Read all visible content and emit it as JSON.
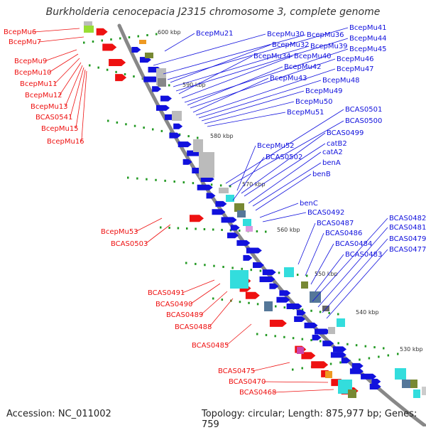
{
  "title": "Burkholderia cenocepacia J2315 chromosome 3, complete genome",
  "footer": {
    "accession": "Accession: NC_011002",
    "topology": "Topology: circular; Length: 875,977 bp; Genes: 759"
  },
  "colors": {
    "forward_strand": "#ee1111",
    "reverse_strand": "#1111dd",
    "backbone": "#888888",
    "tick_mark": "#229922",
    "cyan_feature": "#33dddd",
    "gray_feature": "#bbbbbb",
    "lime_feature": "#99dd33",
    "olive_feature": "#778833",
    "steel_feature": "#557799"
  },
  "ticks": [
    "600 kbp",
    "590 kbp",
    "580 kbp",
    "570 kbp",
    "560 kbp",
    "550 kbp",
    "540 kbp",
    "530 kbp"
  ],
  "labels_left": [
    "BcepMu6",
    "BcepMu7",
    "BcepMu9",
    "BcepMu10",
    "BcepMu11",
    "BcepMu12",
    "BcepMu13",
    "BCAS0541",
    "BcepMu15",
    "BcepMu16",
    "BcepMu53",
    "BCAS0503",
    "BCAS0491",
    "BCAS0490",
    "BCAS0489",
    "BCAS0488",
    "BCAS0485",
    "BCAS0475",
    "BCAS0470",
    "BCAS0468"
  ],
  "labels_right": [
    "BcepMu21",
    "BcepMu30",
    "BcepMu36",
    "BcepMu41",
    "BcepMu32",
    "BcepMu39",
    "BcepMu44",
    "BcepMu34",
    "BcepMu40",
    "BcepMu45",
    "BcepMu42",
    "BcepMu46",
    "BcepMu43",
    "BcepMu47",
    "BcepMu48",
    "BcepMu49",
    "BcepMu50",
    "BcepMu51",
    "BCAS0501",
    "BCAS0500",
    "BcepMu52",
    "BCAS0499",
    "catB2",
    "BCAS0502",
    "catA2",
    "benA",
    "benB",
    "benC",
    "BCAS0492",
    "BCAS0487",
    "BCAS0486",
    "BCAS0484",
    "BCAS0483",
    "BCAS0482",
    "BCAS0481",
    "BCAS0479",
    "BCAS0477"
  ]
}
